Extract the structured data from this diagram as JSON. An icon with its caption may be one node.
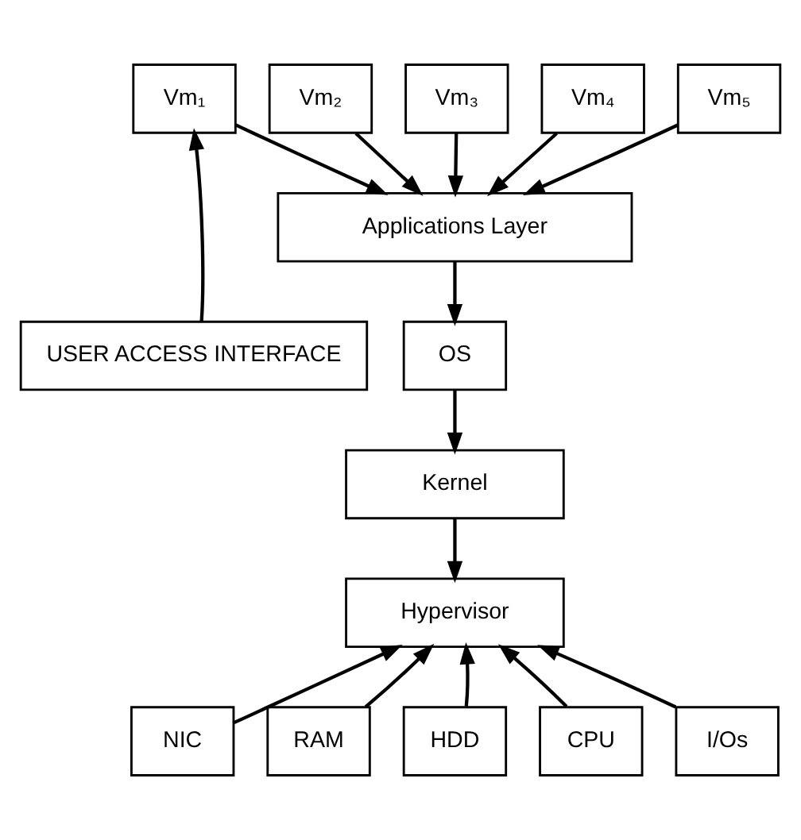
{
  "diagram": {
    "nodes": [
      {
        "text": [
          "Vm₁"
        ]
      },
      {
        "text": [
          "Vm₂"
        ]
      },
      {
        "text": [
          "Vm₃"
        ]
      },
      {
        "text": [
          "Vm₄"
        ]
      },
      {
        "text": [
          "Vm₅"
        ]
      },
      {
        "text": [
          "Applications Layer"
        ]
      },
      {
        "text": [
          "USER ACCESS INTERFACE"
        ]
      },
      {
        "text": [
          "OS"
        ]
      },
      {
        "text": [
          "Kernel"
        ]
      },
      {
        "text": [
          "Hypervisor"
        ]
      },
      {
        "text": [
          "NIC"
        ]
      },
      {
        "text": [
          "RAM"
        ]
      },
      {
        "text": [
          "HDD"
        ]
      },
      {
        "text": [
          "CPU"
        ]
      },
      {
        "text": [
          "I/Os"
        ]
      }
    ],
    "edges": [
      {
        "from": 6,
        "to": 0,
        "arrow": "to"
      },
      {
        "from": 0,
        "to": 5,
        "arrow": "to"
      },
      {
        "from": 1,
        "to": 5,
        "arrow": "to"
      },
      {
        "from": 2,
        "to": 5,
        "arrow": "to"
      },
      {
        "from": 3,
        "to": 5,
        "arrow": "to"
      },
      {
        "from": 4,
        "to": 5,
        "arrow": "to"
      },
      {
        "from": 5,
        "to": 7,
        "arrow": "to"
      },
      {
        "from": 7,
        "to": 8,
        "arrow": "to"
      },
      {
        "from": 8,
        "to": 9,
        "arrow": "to"
      },
      {
        "from": 10,
        "to": 9,
        "arrow": "to"
      },
      {
        "from": 11,
        "to": 9,
        "arrow": "to"
      },
      {
        "from": 12,
        "to": 9,
        "arrow": "to"
      },
      {
        "from": 13,
        "to": 9,
        "arrow": "to"
      },
      {
        "from": 14,
        "to": 9,
        "arrow": "to"
      }
    ]
  }
}
